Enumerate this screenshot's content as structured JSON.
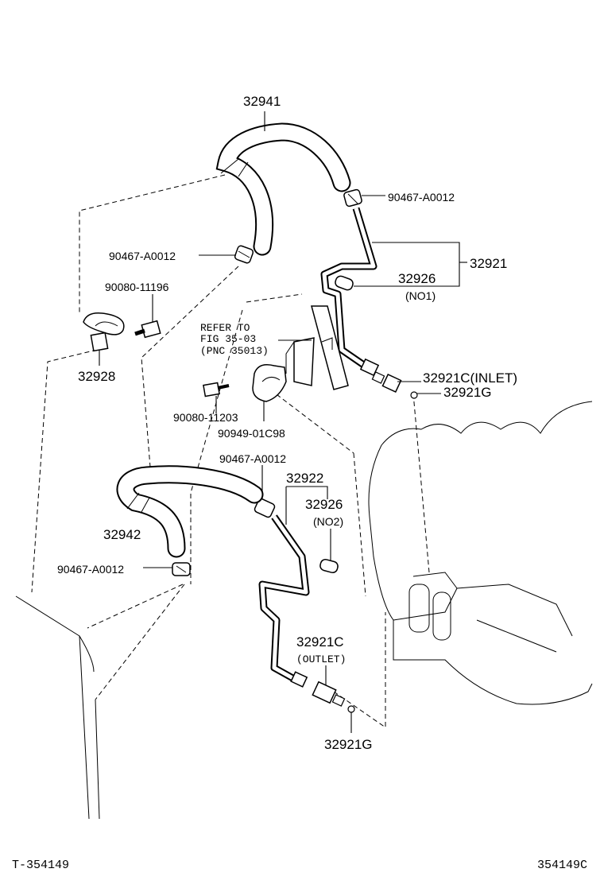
{
  "diagram": {
    "labels": {
      "hose_upper": "32941",
      "clamp_a": "90467-A0012",
      "clamp_b": "90467-A0012",
      "clamp_c": "90467-A0012",
      "clamp_d": "90467-A0012",
      "bolt_a": "90080-11196",
      "bracket_left": "32928",
      "tube_inlet": "32921",
      "hose_no1": "32926",
      "hose_no1_note": "(NO1)",
      "refer_line1": "REFER TO",
      "refer_line2": "FIG  35-03",
      "refer_line3": "(PNC 35013)",
      "union_inlet": "32921C(INLET)",
      "gasket_inlet": "32921G",
      "bolt_b": "90080-11203",
      "clamp_bracket": "90949-01C98",
      "tube_outlet": "32922",
      "hose_no2": "32926",
      "hose_no2_note": "(NO2)",
      "hose_lower": "32942",
      "union_outlet": "32921C",
      "union_outlet_note": "(OUTLET)",
      "gasket_outlet": "32921G"
    },
    "footer": {
      "left_code": "T-354149",
      "right_code": "354149C"
    }
  }
}
